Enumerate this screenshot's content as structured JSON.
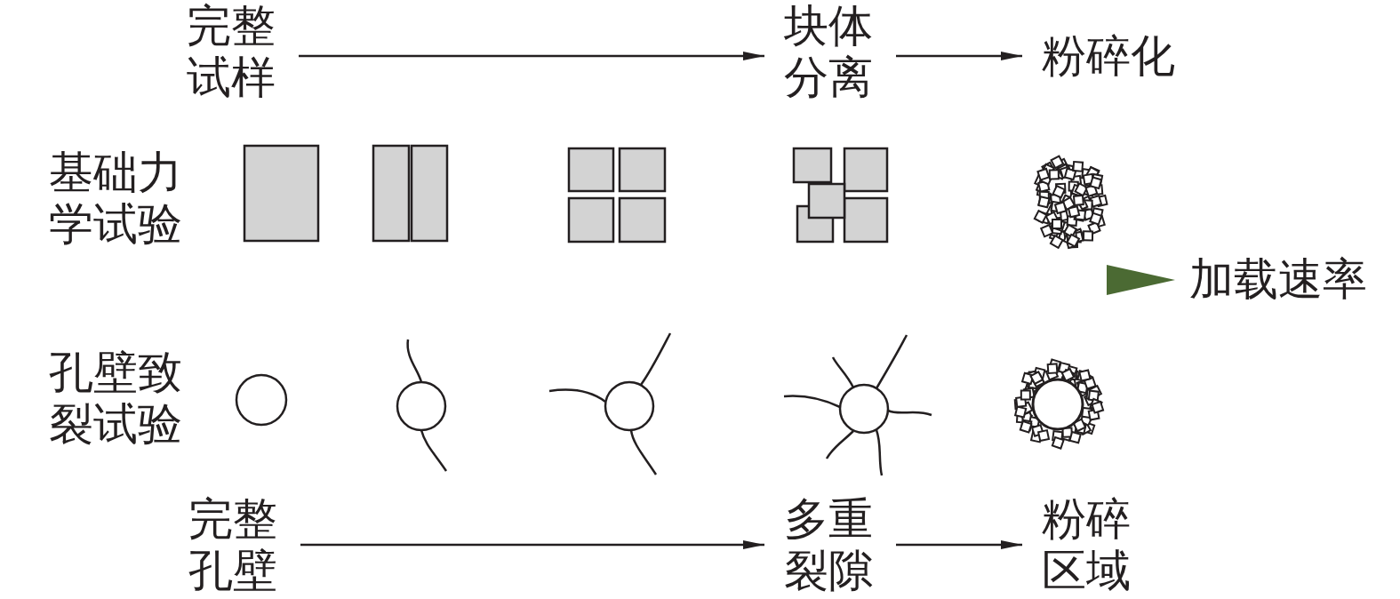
{
  "diagram": {
    "nodes": [
      {
        "text": [
          "完整 试样"
        ]
      },
      {
        "text": [
          "块体 分离"
        ]
      },
      {
        "text": [
          "粉碎化"
        ]
      },
      {
        "text": [
          "完整 孔壁"
        ]
      },
      {
        "text": [
          "多重 裂隙"
        ]
      },
      {
        "text": [
          "粉碎 区域"
        ]
      }
    ],
    "edges": [
      {
        "from": 0,
        "to": 1,
        "arrow": "to"
      },
      {
        "from": 1,
        "to": 2,
        "arrow": "to"
      },
      {
        "from": 3,
        "to": 4,
        "arrow": "to"
      },
      {
        "from": 4,
        "to": 5,
        "arrow": "to"
      }
    ],
    "labels": [
      "基础力 学试验",
      "加载速率",
      "孔壁致 裂试验"
    ]
  }
}
